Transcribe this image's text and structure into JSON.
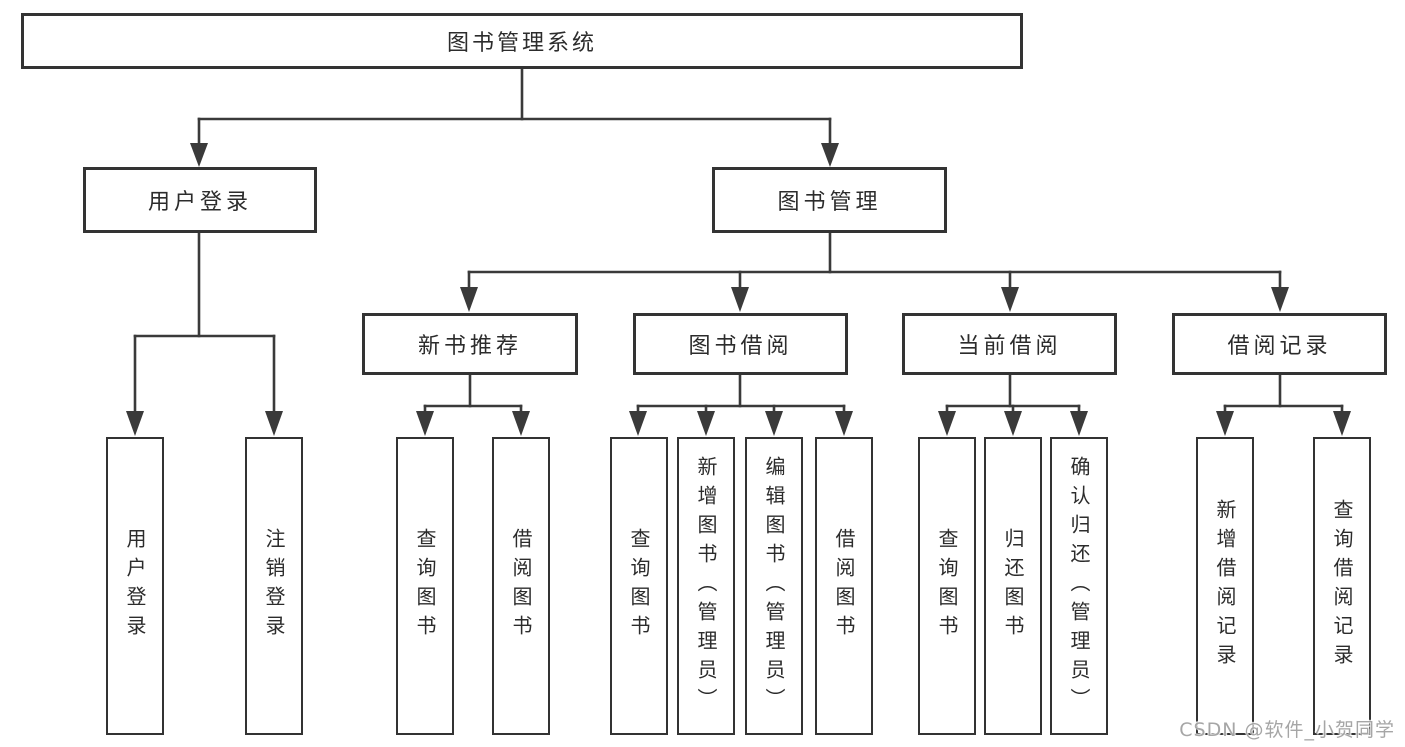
{
  "diagram": {
    "title": "图书管理系统",
    "level2": [
      {
        "label": "用户登录"
      },
      {
        "label": "图书管理"
      }
    ],
    "level3": [
      {
        "label": "新书推荐",
        "parent": "图书管理"
      },
      {
        "label": "图书借阅",
        "parent": "图书管理"
      },
      {
        "label": "当前借阅",
        "parent": "图书管理"
      },
      {
        "label": "借阅记录",
        "parent": "图书管理"
      }
    ],
    "leaves": [
      {
        "label": "用户登录",
        "parent": "用户登录"
      },
      {
        "label": "注销登录",
        "parent": "用户登录"
      },
      {
        "label": "查询图书",
        "parent": "新书推荐"
      },
      {
        "label": "借阅图书",
        "parent": "新书推荐"
      },
      {
        "label": "查询图书",
        "parent": "图书借阅"
      },
      {
        "label": "新增图书（管理员）",
        "parent": "图书借阅"
      },
      {
        "label": "编辑图书（管理员）",
        "parent": "图书借阅"
      },
      {
        "label": "借阅图书",
        "parent": "图书借阅"
      },
      {
        "label": "查询图书",
        "parent": "当前借阅"
      },
      {
        "label": "归还图书",
        "parent": "当前借阅"
      },
      {
        "label": "确认归还（管理员）",
        "parent": "当前借阅"
      },
      {
        "label": "新增借阅记录",
        "parent": "借阅记录"
      },
      {
        "label": "查询借阅记录",
        "parent": "借阅记录"
      }
    ],
    "watermark": "CSDN @软件_小贺同学",
    "colors": {
      "line": "#3a3a3a",
      "box_border": "#333333",
      "box_fill": "#ffffff",
      "text": "#2c2c2c",
      "watermark": "#a6a6a6",
      "background": "#ffffff"
    }
  }
}
